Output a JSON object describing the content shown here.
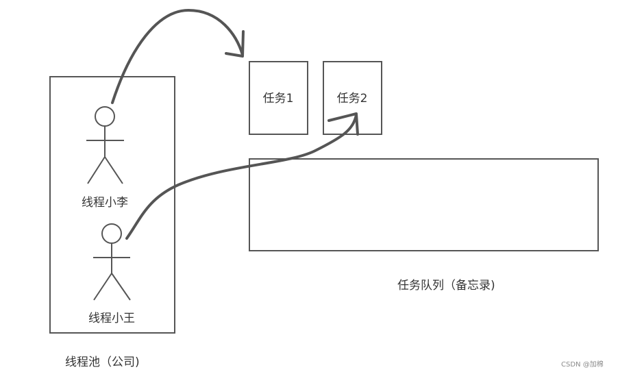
{
  "pool": {
    "caption": "线程池（公司)",
    "workers": [
      {
        "label": "线程小李"
      },
      {
        "label": "线程小王"
      }
    ]
  },
  "tasks": [
    {
      "label": "任务1"
    },
    {
      "label": "任务2"
    }
  ],
  "queue": {
    "caption": "任务队列（备忘录)"
  },
  "watermark": "CSDN @加棉",
  "colors": {
    "stroke": "#555555",
    "text": "#333333",
    "background": "#ffffff"
  }
}
